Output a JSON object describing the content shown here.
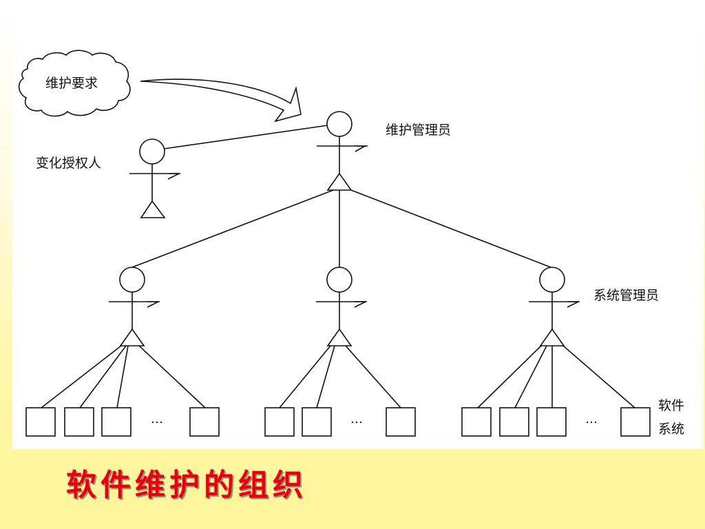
{
  "diagram": {
    "cloud_label": "维护要求",
    "maintenance_manager": "维护管理员",
    "change_authorizer": "变化授权人",
    "system_manager": "系统管理员",
    "software_system_line1": "软件",
    "software_system_line2": "系统",
    "ellipsis": "…"
  },
  "page_title": "软件维护的组织",
  "colors": {
    "title": "#e8000b",
    "background_top": "#ffffff",
    "background_bottom": "#fff59a",
    "stroke": "#111111"
  }
}
